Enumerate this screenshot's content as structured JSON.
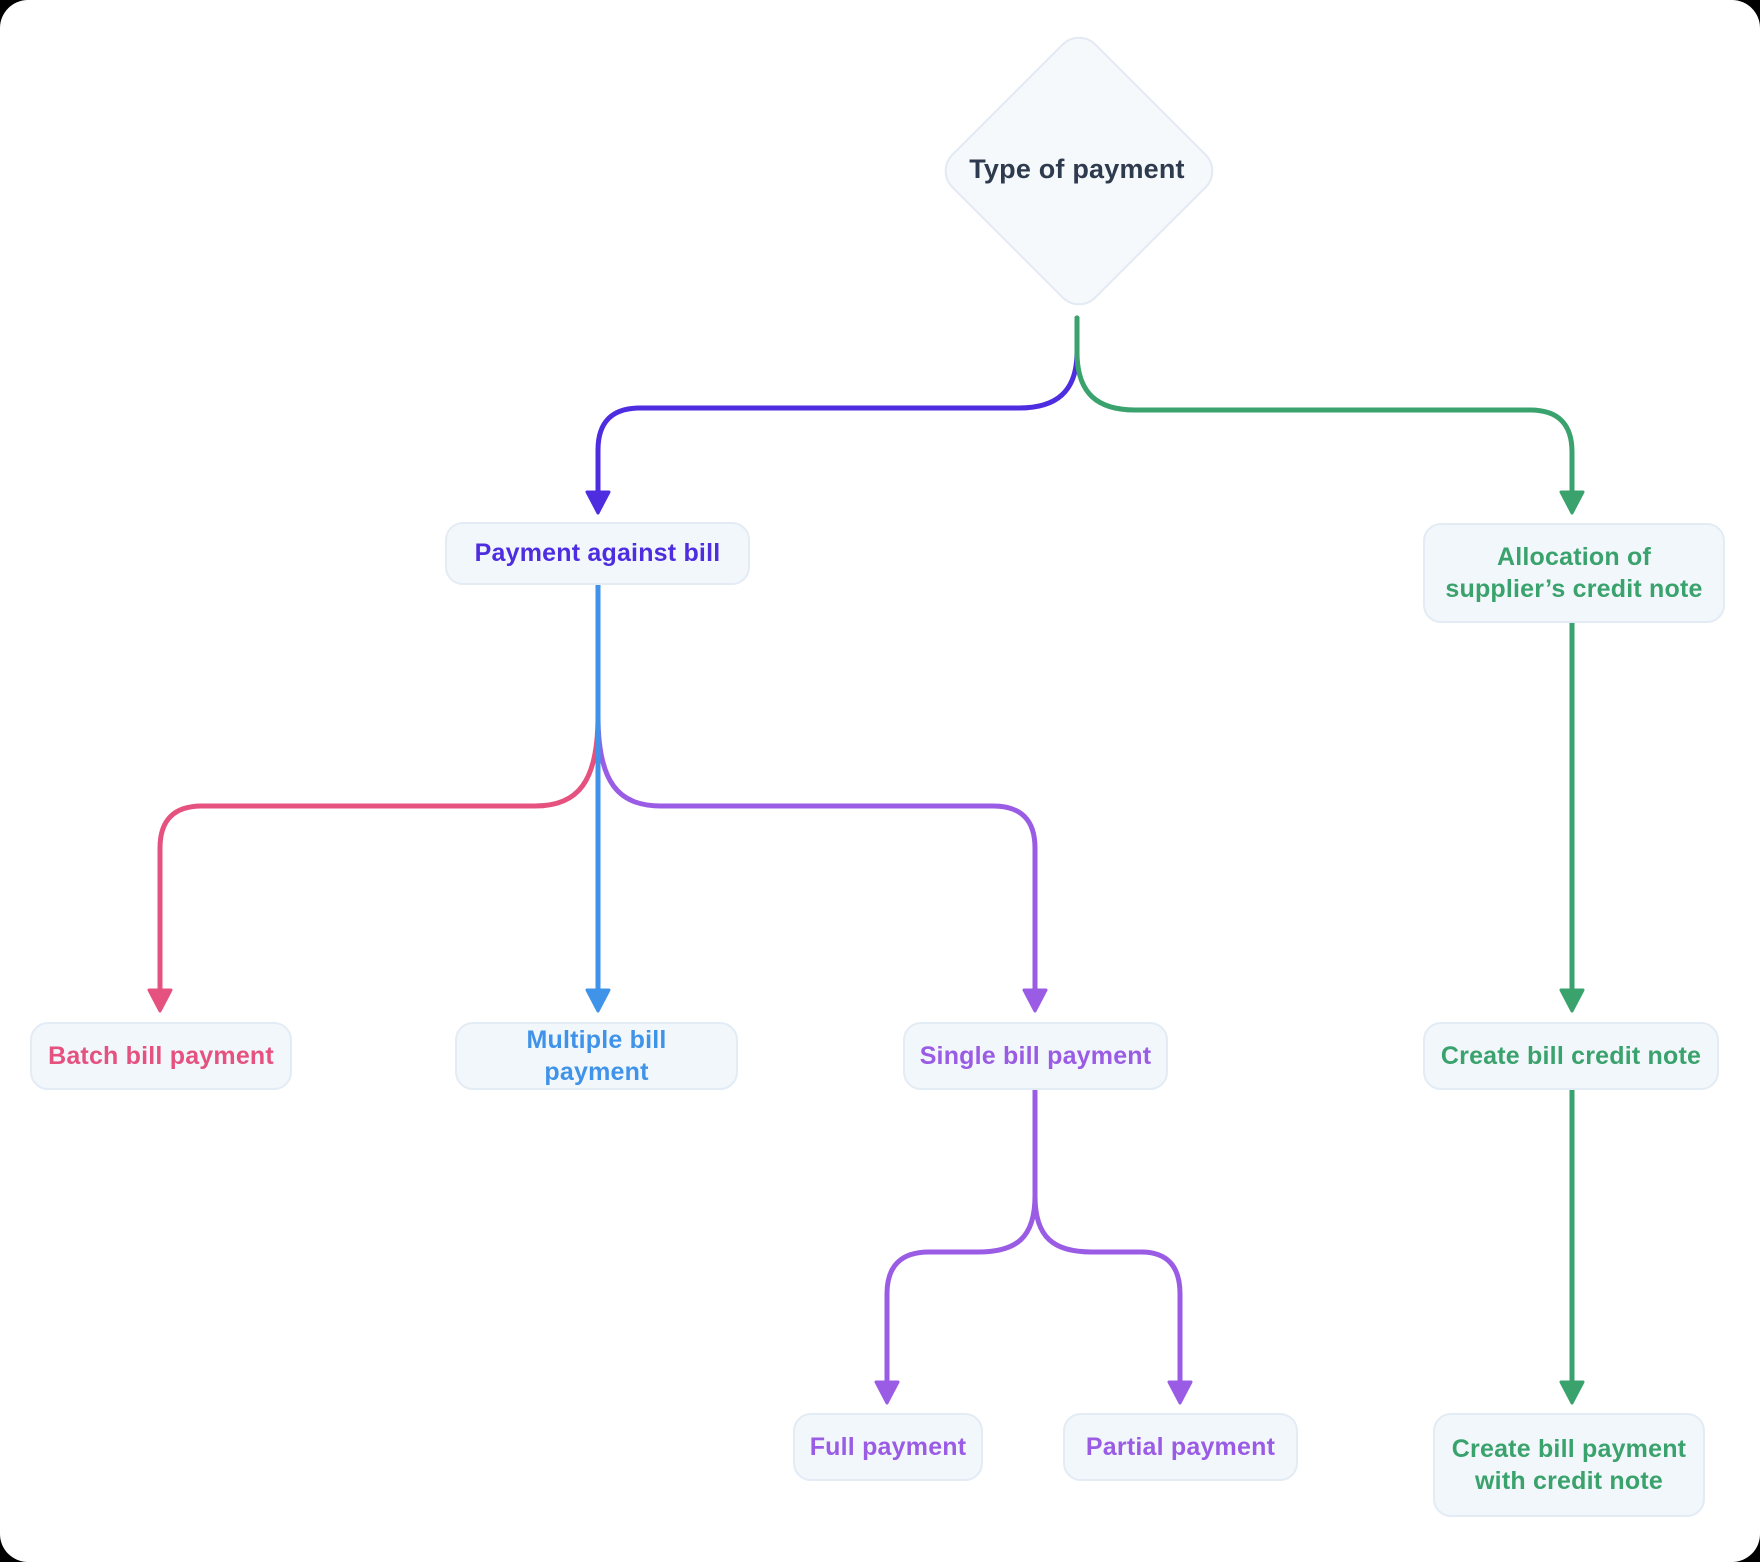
{
  "palette": {
    "page_bg": "#ffffff",
    "node_bg": "#f2f7fb",
    "node_border": "#e3ebf5",
    "diamond_bg": "#f5f9fc",
    "diamond_border": "#e3eaf3",
    "dark": "#2e3a4d",
    "indigo": "#4e2ce0",
    "green": "#3aa26c",
    "pink": "#e5527f",
    "blue": "#3f93e8",
    "purple": "#9a5ce4"
  },
  "nodes": {
    "root": {
      "label": "Type of payment",
      "color": "dark",
      "shape": "diamond"
    },
    "payment_against_bill": {
      "label": "Payment against bill",
      "color": "indigo",
      "shape": "box"
    },
    "allocation_supplier_credit_note": {
      "label": "Allocation of supplier’s credit note",
      "color": "green",
      "shape": "box"
    },
    "batch_bill_payment": {
      "label": "Batch bill payment",
      "color": "pink",
      "shape": "box"
    },
    "multiple_bill_payment": {
      "label": "Multiple bill payment",
      "color": "blue",
      "shape": "box"
    },
    "single_bill_payment": {
      "label": "Single bill payment",
      "color": "purple",
      "shape": "box"
    },
    "create_bill_credit_note": {
      "label": "Create bill credit note",
      "color": "green",
      "shape": "box"
    },
    "full_payment": {
      "label": "Full payment",
      "color": "purple",
      "shape": "box"
    },
    "partial_payment": {
      "label": "Partial payment",
      "color": "purple",
      "shape": "box"
    },
    "create_bill_payment_with_credit_note": {
      "label": "Create bill payment with credit note",
      "color": "green",
      "shape": "box"
    }
  },
  "edges": [
    {
      "from": "root",
      "to": "payment_against_bill",
      "color": "indigo"
    },
    {
      "from": "root",
      "to": "allocation_supplier_credit_note",
      "color": "green"
    },
    {
      "from": "payment_against_bill",
      "to": "batch_bill_payment",
      "color": "pink"
    },
    {
      "from": "payment_against_bill",
      "to": "multiple_bill_payment",
      "color": "blue"
    },
    {
      "from": "payment_against_bill",
      "to": "single_bill_payment",
      "color": "purple"
    },
    {
      "from": "allocation_supplier_credit_note",
      "to": "create_bill_credit_note",
      "color": "green"
    },
    {
      "from": "single_bill_payment",
      "to": "full_payment",
      "color": "purple"
    },
    {
      "from": "single_bill_payment",
      "to": "partial_payment",
      "color": "purple"
    },
    {
      "from": "create_bill_credit_note",
      "to": "create_bill_payment_with_credit_note",
      "color": "green"
    }
  ]
}
